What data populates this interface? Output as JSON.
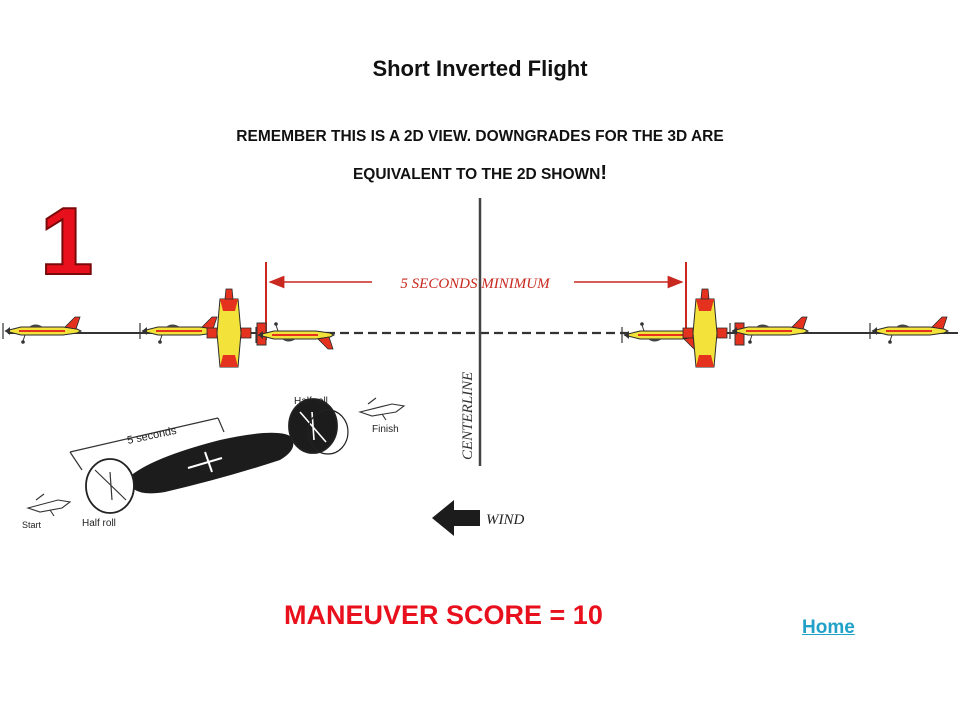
{
  "title": "Short Inverted Flight",
  "notice_line1": "REMEMBER THIS IS A 2D VIEW. DOWNGRADES FOR THE 3D ARE",
  "notice_line2": "EQUIVALENT TO THE 2D SHOWN",
  "notice_bang": "!",
  "diagram": {
    "figure_number": "1",
    "span_label": "5 SECONDS MINIMUM",
    "centerline_label": "CENTERLINE",
    "wind_label": "WIND",
    "oblique": {
      "duration_label": "5 seconds",
      "half_roll_top": "Half roll",
      "half_roll_bottom": "Half roll",
      "start_label": "Start",
      "finish_label": "Finish"
    }
  },
  "score_text": "MANEUVER SCORE = 10",
  "home_link": "Home",
  "colors": {
    "score": "#e8101c",
    "link": "#21a0c8",
    "aircraft": "#f2e23a",
    "aircraft_red": "#e4321e",
    "figure_number": "#e8101c"
  }
}
